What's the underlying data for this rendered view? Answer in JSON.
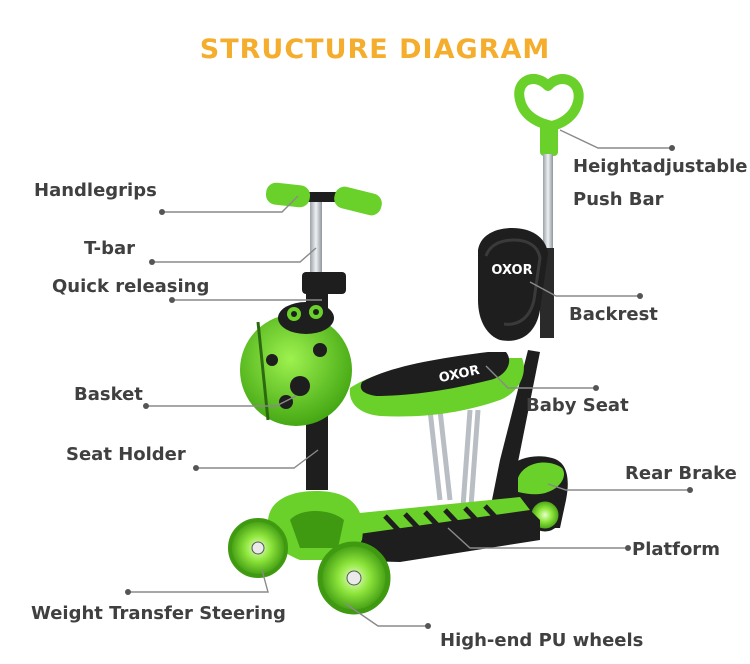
{
  "title": "STRUCTURE DIAGRAM",
  "brand": "OXOR",
  "colors": {
    "title": "#f4ad2c",
    "label_text": "#404040",
    "leader_line": "#8a8a8a",
    "scooter_green": "#6ad02a",
    "scooter_dark_green": "#3f9a12",
    "scooter_black": "#1e1e1e",
    "chrome": "#c9ced3"
  },
  "labels": {
    "handlegrips": "Handlegrips",
    "t_bar": "T-bar",
    "quick_releasing": "Quick releasing",
    "basket": "Basket",
    "seat_holder": "Seat Holder",
    "weight_transfer_steering": "Weight Transfer Steering",
    "push_bar_line1": "Heightadjustable",
    "push_bar_line2": "Push Bar",
    "backrest": "Backrest",
    "baby_seat": "Baby Seat",
    "rear_brake": "Rear Brake",
    "platform": "Platform",
    "pu_wheels": "High-end PU wheels"
  }
}
